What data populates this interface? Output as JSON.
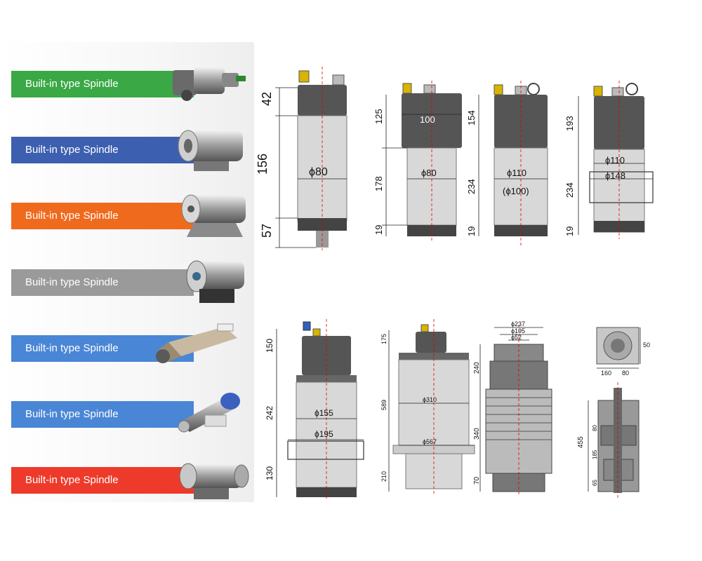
{
  "sidebar": {
    "items": [
      {
        "label": "Built-in type Spindle",
        "color": "#3aa845"
      },
      {
        "label": "Built-in type Spindle",
        "color": "#3d5fb0"
      },
      {
        "label": "Built-in type Spindle",
        "color": "#f06a1e"
      },
      {
        "label": "Built-in type Spindle",
        "color": "#9a9a9a"
      },
      {
        "label": "Built-in type Spindle",
        "color": "#4a86d6"
      },
      {
        "label": "Built-in type Spindle",
        "color": "#4a86d6"
      },
      {
        "label": "Built-in type Spindle",
        "color": "#ee3a2a"
      }
    ]
  },
  "drawings": {
    "d1": {
      "dims": [
        "42",
        "156",
        "57"
      ],
      "dia": "ϕ80"
    },
    "d2": {
      "dims": [
        "125",
        "178",
        "19"
      ],
      "top": "100",
      "dia": "ϕ80"
    },
    "d3": {
      "dims": [
        "154",
        "234",
        "19"
      ],
      "dia": "ϕ110",
      "dia2": "(ϕ100)"
    },
    "d4": {
      "dims": [
        "193",
        "234",
        "19"
      ],
      "dia": "ϕ110",
      "dia2": "ϕ148"
    },
    "d5": {
      "dims": [
        "150",
        "242",
        "130"
      ],
      "dia": "ϕ155",
      "dia2": "ϕ195"
    },
    "d6": {
      "dims": [
        "175",
        "589",
        "210"
      ],
      "dia": "ϕ310",
      "dia2": "ϕ567"
    },
    "d7": {
      "dims": [
        "240",
        "340",
        "70"
      ],
      "tops": [
        "ϕ237",
        "ϕ195",
        "ϕ52"
      ]
    },
    "d8": {
      "dims": [
        "455",
        "80",
        "185",
        "65"
      ],
      "topdims": [
        "160",
        "80",
        "50"
      ]
    }
  }
}
